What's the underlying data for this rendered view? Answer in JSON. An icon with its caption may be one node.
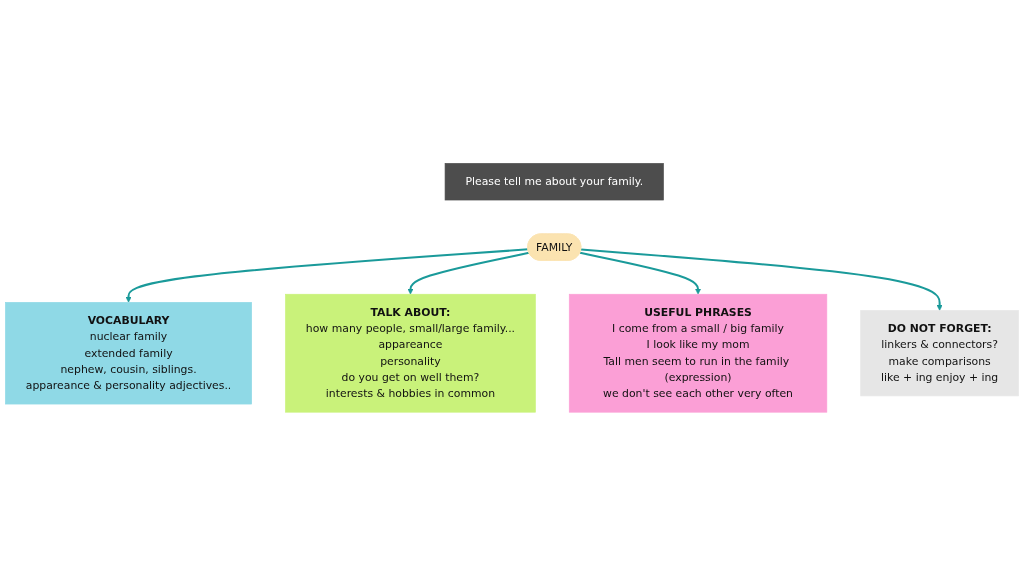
{
  "diagram": {
    "nodes": [
      {
        "text": [
          "Please tell me about your family."
        ]
      },
      {
        "text": [
          "VOCABULARY",
          "nuclear family",
          "extended family",
          "nephew, cousin, siblings.",
          "appareance & personality adjectives.."
        ]
      },
      {
        "text": [
          "TALK ABOUT:",
          "how many people, small/large family...",
          "appareance",
          "personality",
          "do you get on well them?",
          "interests & hobbies in common"
        ]
      },
      {
        "text": [
          "FAMILY"
        ]
      },
      {
        "text": [
          "USEFUL PHRASES",
          "I come from a small / big family",
          "I look like my mom",
          "Tall men seem to run in the family (expression)",
          "we don't see each other very often"
        ]
      },
      {
        "text": [
          "DO NOT FORGET:",
          "linkers & connectors?",
          "make comparisons",
          "like + ing enjoy + ing"
        ]
      }
    ],
    "edges": [
      {
        "from": 3,
        "to": 1,
        "arrow": "to"
      },
      {
        "from": 3,
        "to": 2,
        "arrow": "to"
      },
      {
        "from": 3,
        "to": 4,
        "arrow": "to"
      },
      {
        "from": 3,
        "to": 5,
        "arrow": "to"
      }
    ]
  }
}
